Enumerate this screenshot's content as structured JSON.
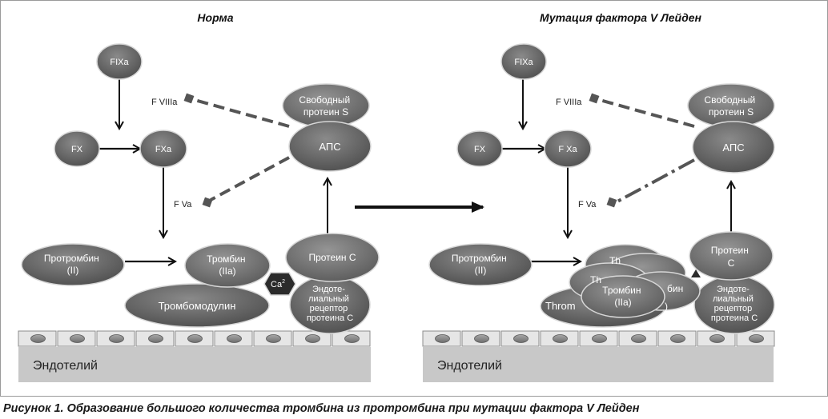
{
  "panels": {
    "left_title": "Норма",
    "right_title": "Мутация фактора V Лейден"
  },
  "left": {
    "fixa": "FIXa",
    "fviiia": "F VIIIa",
    "free_protein_s": [
      "Свободный",
      "протеин  S"
    ],
    "aps": "АПС",
    "fx": "FX",
    "fxa": "FXa",
    "fva": "F Va",
    "prothrombin": [
      "Протромбин",
      "(II)"
    ],
    "thrombin": [
      "Тромбин",
      "(IIa)"
    ],
    "ca": "Ca",
    "ca_sup": "2",
    "protein_c": "Протеин С",
    "thrombomodulin": "Тромбомодулин",
    "receptor": [
      "Эндоте-",
      "лиальный",
      "рецептор",
      "протеина С"
    ],
    "endothelium": "Эндотелий"
  },
  "right": {
    "fixa": "FIXa",
    "fviiia": "F VIIIa",
    "free_protein_s": [
      "Свободный",
      "протеин S"
    ],
    "aps": "АПС",
    "fx": "FX",
    "fxa": "F Xa",
    "fva": "F Va",
    "prothrombin": [
      "Протромбин",
      "(II)"
    ],
    "thrombin": [
      "Тромбин",
      "(IIa)"
    ],
    "thrombin_partial": [
      "Th",
      "Th",
      "бин",
      "Throm",
      ")"
    ],
    "protein_c": [
      "Протеин",
      "С"
    ],
    "receptor": [
      "Эндоте-",
      "лиальный",
      "рецептор",
      "протеина С"
    ],
    "endothelium": "Эндотелий"
  },
  "caption": "Рисунок 1. Образование большого количества тромбина из протромбина при мутации фактора V Лейден",
  "colors": {
    "node_fill": "#5f5f5f",
    "node_fill_light": "#6c6c6c",
    "node_stroke": "#d7d7d7",
    "hex_fill": "#2b2b2b",
    "endothelium": "#c8c8c8",
    "cell": "#e6e6e6",
    "nucleus": "#8a8a8a",
    "arrow": "#111111"
  }
}
